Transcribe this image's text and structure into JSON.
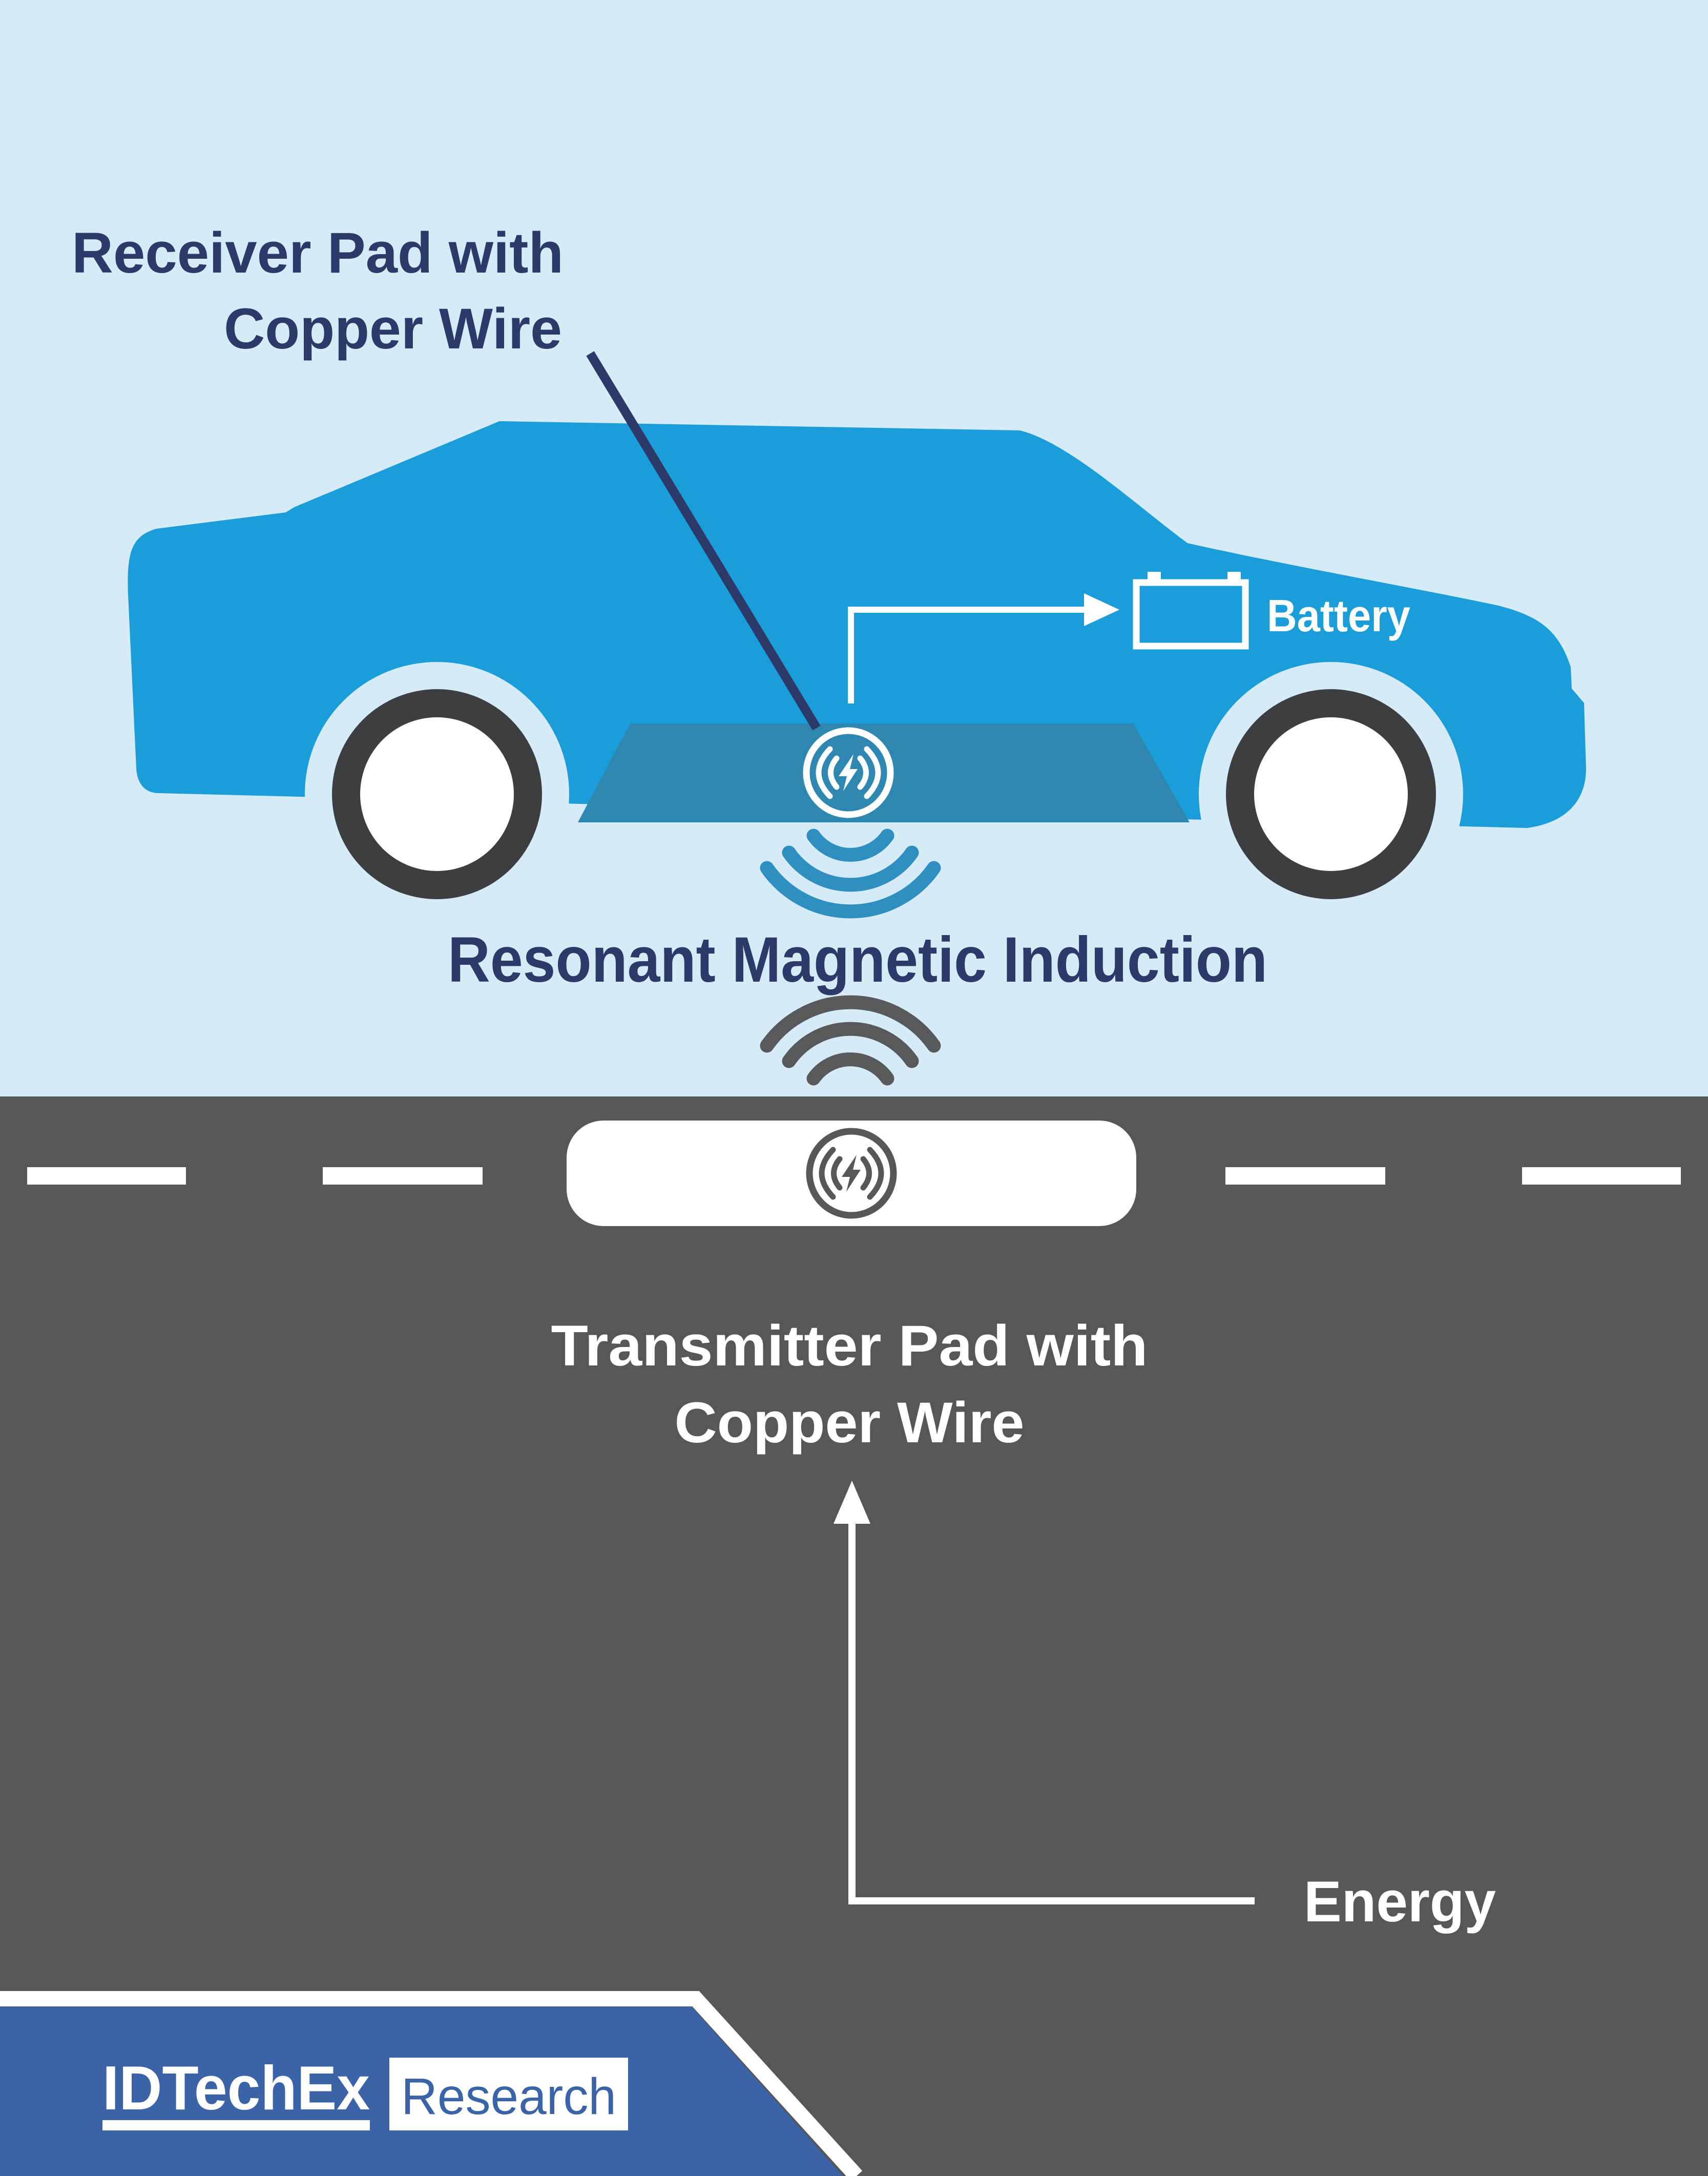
{
  "title": "Wireless EV charging infographic",
  "diagram": {
    "receiver_label": {
      "line1": "Receiver Pad with",
      "line2": "Copper Wire"
    },
    "battery_label": "Battery",
    "induction_label": "Resonant Magnetic Induction",
    "transmitter_label": {
      "line1": "Transmitter Pad with",
      "line2": "Copper Wire"
    },
    "energy_label": "Energy"
  },
  "branding": {
    "logo_text": "IDTechEx",
    "logo_suffix": "Research"
  },
  "colors": {
    "sky": "#d5ebf7",
    "road": "#565759",
    "car_blue": "#1b9dd9",
    "pad_teal": "#2d87b1",
    "wave_teal": "#2e8fc0",
    "wave_gray": "#58595b",
    "wheel_dark": "#3d3e40",
    "navy_text": "#2b3a68",
    "banner_blue": "#3a63a8",
    "white": "#ffffff"
  },
  "icons": {
    "receiver": "wireless-charging-icon",
    "transmitter": "wireless-charging-icon",
    "battery": "battery-icon",
    "energy_arrow": "up-arrow-icon",
    "battery_arrow": "right-arrow-icon"
  }
}
